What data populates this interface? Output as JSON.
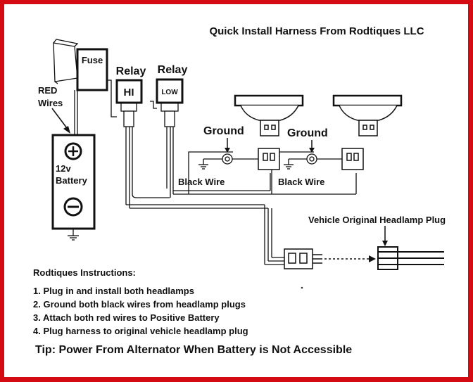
{
  "title": "Quick Install Harness From Rodtiques LLC",
  "labels": {
    "fuse": "Fuse",
    "relay_hi_title": "Relay",
    "relay_hi": "HI",
    "relay_low_title": "Relay",
    "relay_low": "LOW",
    "red_wires_line1": "RED",
    "red_wires_line2": "Wires",
    "battery_line1": "12v",
    "battery_line2": "Battery",
    "ground_left": "Ground",
    "ground_right": "Ground",
    "black_wire_left": "Black Wire",
    "black_wire_right": "Black Wire",
    "vehicle_plug": "Vehicle Original Headlamp Plug"
  },
  "instructions": {
    "title": "Rodtiques Instructions:",
    "steps": [
      "1. Plug in and install both headlamps",
      "2. Ground both black wires from headlamp plugs",
      "3. Attach both red wires to Positive Battery",
      "4. Plug harness to original vehicle headlamp plug"
    ]
  },
  "tip": "Tip:  Power From Alternator When Battery is Not Accessible",
  "colors": {
    "border": "#d40b13",
    "ink": "#111111",
    "background": "#ffffff"
  }
}
